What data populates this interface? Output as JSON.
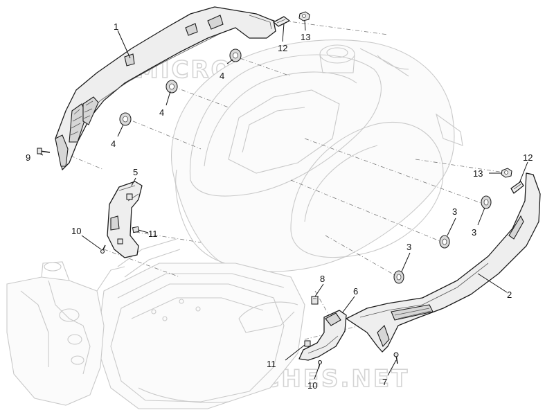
{
  "watermark": {
    "top": "MICROFICHES.NET",
    "bottom": "MICROFICHES.NET"
  },
  "callouts": [
    {
      "id": "c1",
      "label": "1"
    },
    {
      "id": "c2",
      "label": "2"
    },
    {
      "id": "c3a",
      "label": "3"
    },
    {
      "id": "c3b",
      "label": "3"
    },
    {
      "id": "c3c",
      "label": "3"
    },
    {
      "id": "c4a",
      "label": "4"
    },
    {
      "id": "c4b",
      "label": "4"
    },
    {
      "id": "c4c",
      "label": "4"
    },
    {
      "id": "c5",
      "label": "5"
    },
    {
      "id": "c6",
      "label": "6"
    },
    {
      "id": "c7",
      "label": "7"
    },
    {
      "id": "c8",
      "label": "8"
    },
    {
      "id": "c9",
      "label": "9"
    },
    {
      "id": "c10a",
      "label": "10"
    },
    {
      "id": "c10b",
      "label": "10"
    },
    {
      "id": "c11a",
      "label": "11"
    },
    {
      "id": "c11b",
      "label": "11"
    },
    {
      "id": "c12a",
      "label": "12"
    },
    {
      "id": "c12b",
      "label": "12"
    },
    {
      "id": "c13a",
      "label": "13"
    },
    {
      "id": "c13b",
      "label": "13"
    }
  ]
}
